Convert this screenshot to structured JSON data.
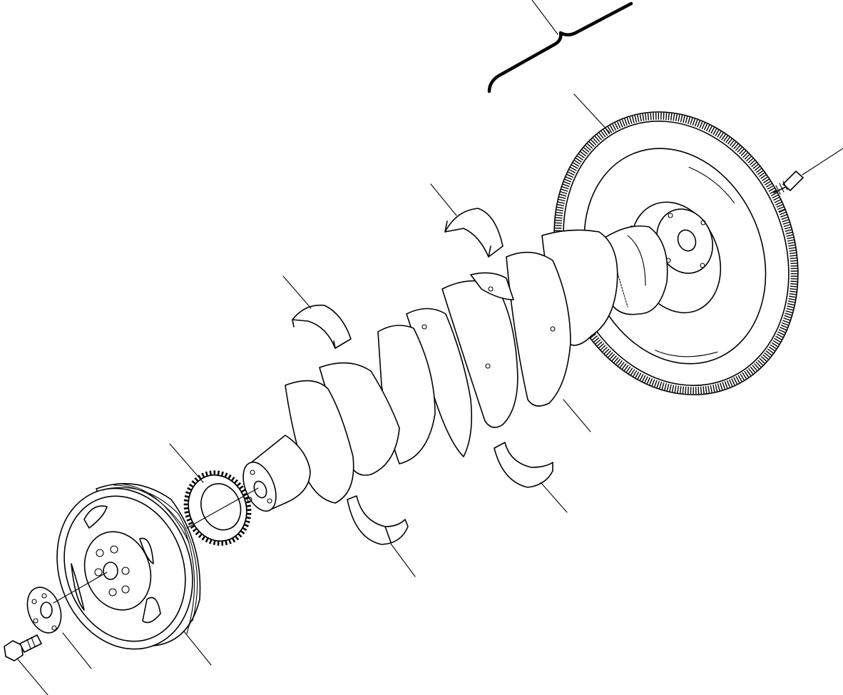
{
  "diagram": {
    "type": "exploded-parts-view",
    "background_color": "#ffffff",
    "line_color": "#000000",
    "parts": [
      "flywheel-ring-gear",
      "flywheel-bolt",
      "crankshaft",
      "upper-main-bearing-shell-rear",
      "upper-main-bearing-shell-front",
      "lower-main-bearing-shell-rear",
      "lower-main-bearing-shell-front",
      "timing-gear",
      "crankshaft-pulley",
      "pulley-washer",
      "pulley-bolt"
    ],
    "callout_count": 11,
    "callout_labels": []
  }
}
